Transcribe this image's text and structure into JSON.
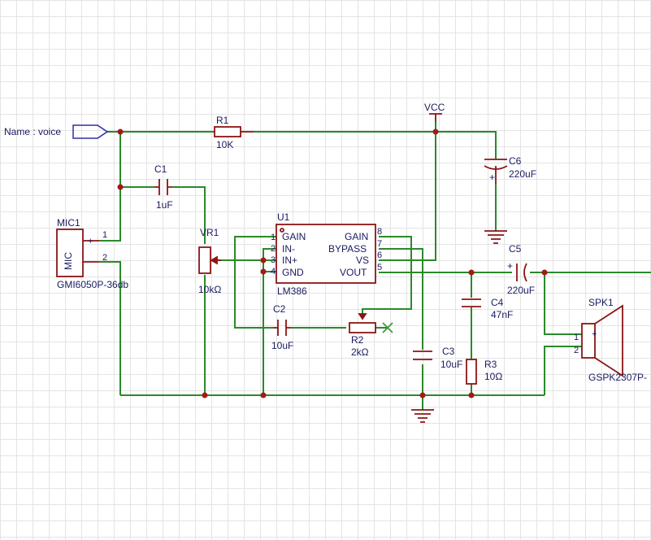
{
  "net_label": "Name : voice",
  "components": {
    "r1": {
      "ref": "R1",
      "value": "10K"
    },
    "c1": {
      "ref": "C1",
      "value": "1uF"
    },
    "vr1": {
      "ref": "VR1",
      "value": "10kΩ"
    },
    "mic1": {
      "ref": "MIC1",
      "body": "MIC",
      "model": "GMI6050P-36db",
      "pins": [
        "1",
        "2"
      ]
    },
    "u1": {
      "ref": "U1",
      "model": "LM386",
      "left_pins": [
        {
          "num": "1",
          "name": "GAIN"
        },
        {
          "num": "2",
          "name": "IN-"
        },
        {
          "num": "3",
          "name": "IN+"
        },
        {
          "num": "4",
          "name": "GND"
        }
      ],
      "right_pins": [
        {
          "num": "8",
          "name": "GAIN"
        },
        {
          "num": "7",
          "name": "BYPASS"
        },
        {
          "num": "6",
          "name": "VS"
        },
        {
          "num": "5",
          "name": "VOUT"
        }
      ]
    },
    "c2": {
      "ref": "C2",
      "value": "10uF"
    },
    "r2": {
      "ref": "R2",
      "value": "2kΩ"
    },
    "c3": {
      "ref": "C3",
      "value": "10uF"
    },
    "c4": {
      "ref": "C4",
      "value": "47nF"
    },
    "r3": {
      "ref": "R3",
      "value": "10Ω"
    },
    "c5": {
      "ref": "C5",
      "value": "220uF"
    },
    "c6": {
      "ref": "C6",
      "value": "220uF"
    },
    "spk1": {
      "ref": "SPK1",
      "model": "GSPK2307P-",
      "pins": [
        "1",
        "2"
      ]
    },
    "vcc": {
      "label": "VCC"
    }
  },
  "colors": {
    "wire": "#2a8a2a",
    "part": "#8a1515",
    "text": "#1a1a60",
    "junction": "#a51818",
    "grid": "#e4e4e4",
    "noconnect": "#3a9a3a"
  }
}
